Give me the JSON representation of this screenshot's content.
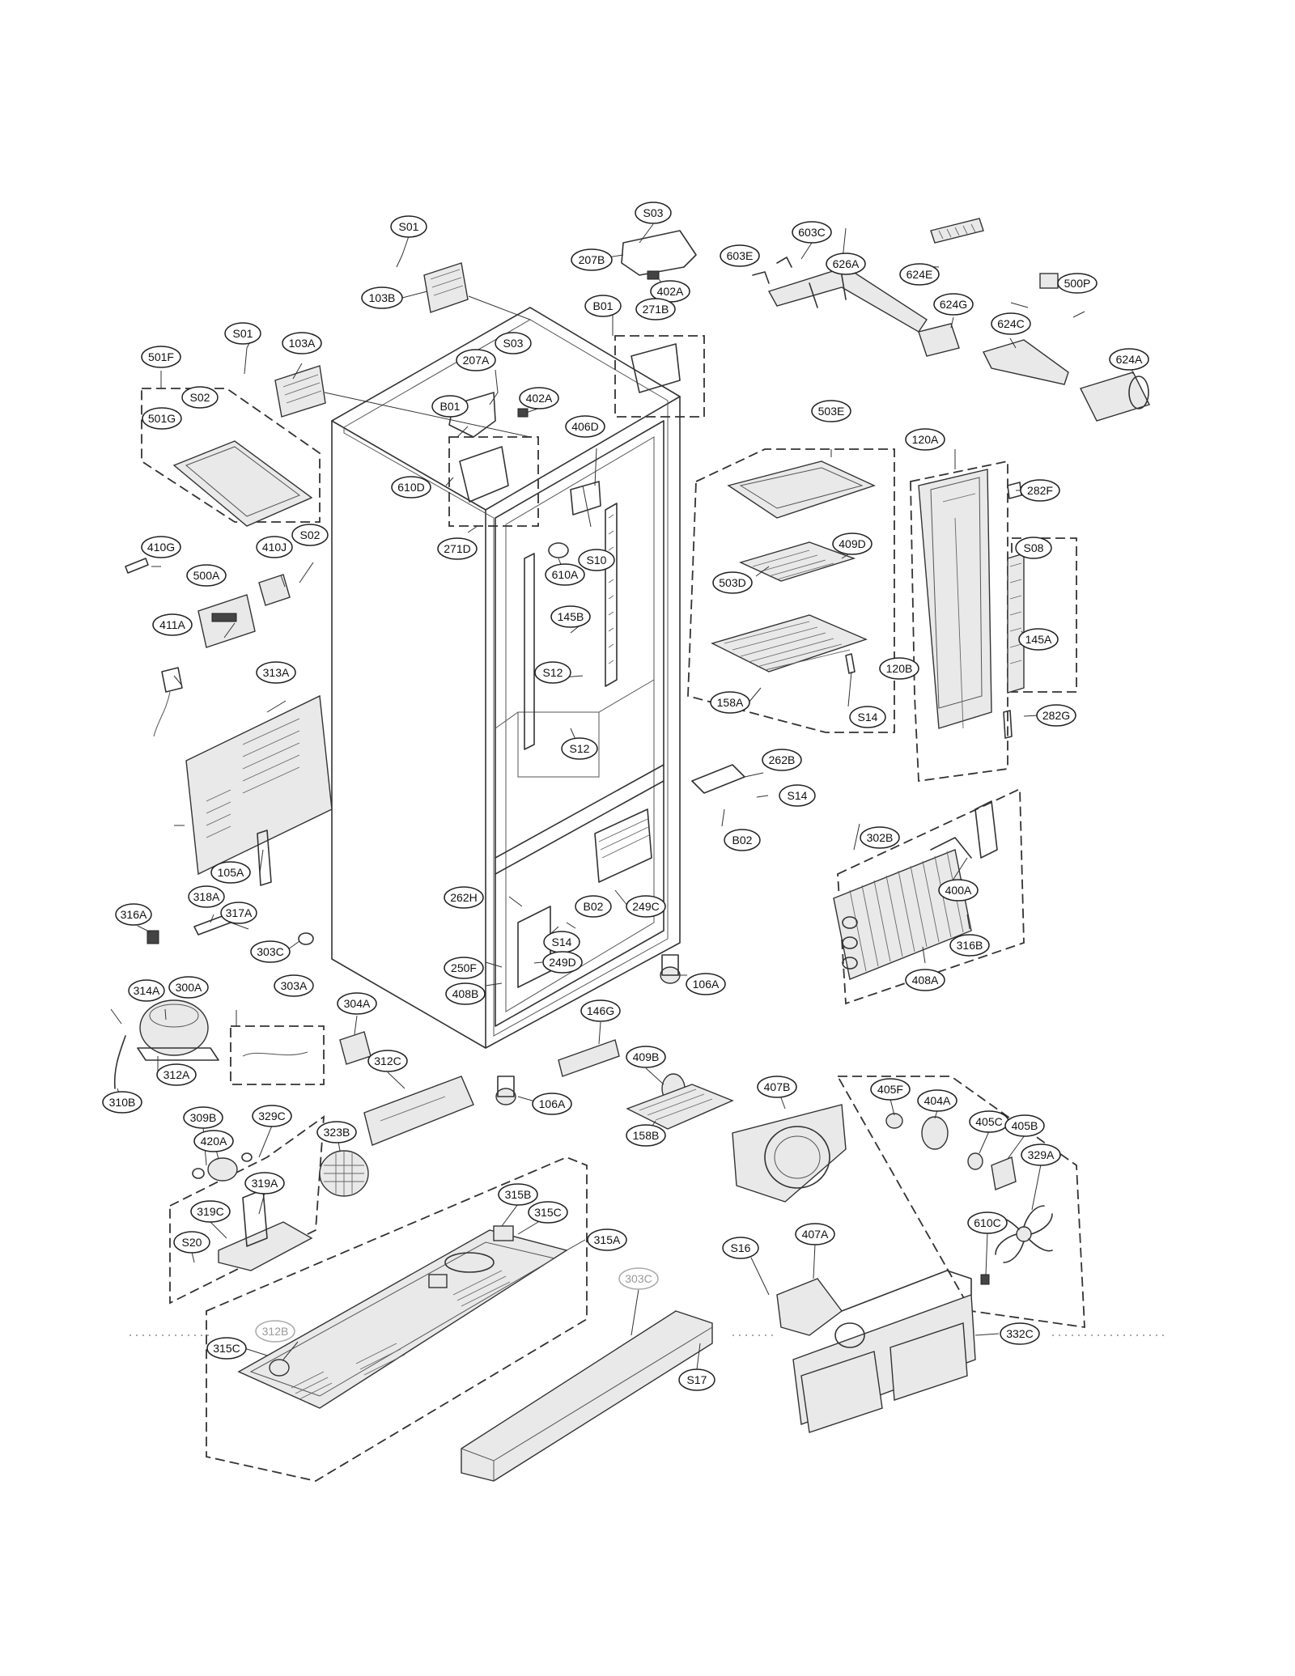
{
  "callouts": {
    "c_s01_top": "S01",
    "c_103b": "103B",
    "c_s03_top": "S03",
    "c_207b": "207B",
    "c_402a_top": "402A",
    "c_603e": "603E",
    "c_603c": "603C",
    "c_626a": "626A",
    "c_624e": "624E",
    "c_500p": "500P",
    "c_624g": "624G",
    "c_624c": "624C",
    "c_624a": "624A",
    "c_501f": "501F",
    "c_s01_left": "S01",
    "c_103a": "103A",
    "c_s03_mid": "S03",
    "c_207a": "207A",
    "c_402a_mid": "402A",
    "c_b01_top": "B01",
    "c_271b": "271B",
    "c_s02_top": "S02",
    "c_501g": "501G",
    "c_b01_mid": "B01",
    "c_610d": "610D",
    "c_406d": "406D",
    "c_271d": "271D",
    "c_503e": "503E",
    "c_120a": "120A",
    "c_282f": "282F",
    "c_s08": "S08",
    "c_409d": "409D",
    "c_503d": "503D",
    "c_145a": "145A",
    "c_120b": "120B",
    "c_158a": "158A",
    "c_s14_right": "S14",
    "c_282g": "282G",
    "c_410g": "410G",
    "c_410j": "410J",
    "c_s02_left": "S02",
    "c_500a": "500A",
    "c_411a": "411A",
    "c_610a": "610A",
    "c_s10": "S10",
    "c_145b": "145B",
    "c_s12_a": "S12",
    "c_s12_b": "S12",
    "c_313a": "313A",
    "c_105a": "105A",
    "c_262b": "262B",
    "c_s14_mid": "S14",
    "c_b02_right": "B02",
    "c_302b": "302B",
    "c_400a": "400A",
    "c_316b": "316B",
    "c_408a": "408A",
    "c_316a": "316A",
    "c_318a": "318A",
    "c_317a": "317A",
    "c_303c": "303C",
    "c_262h": "262H",
    "c_b02_mid": "B02",
    "c_s14_low": "S14",
    "c_249c": "249C",
    "c_250f": "250F",
    "c_249d": "249D",
    "c_408b": "408B",
    "c_106a_right": "106A",
    "c_314a": "314A",
    "c_300a": "300A",
    "c_303a": "303A",
    "c_304a": "304A",
    "c_312a": "312A",
    "c_310b": "310B",
    "c_312c": "312C",
    "c_146g": "146G",
    "c_409b": "409B",
    "c_106a_mid": "106A",
    "c_158b": "158B",
    "c_407b": "407B",
    "c_405f": "405F",
    "c_404a": "404A",
    "c_405c": "405C",
    "c_405b": "405B",
    "c_329a": "329A",
    "c_309b": "309B",
    "c_329c": "329C",
    "c_420a": "420A",
    "c_323b": "323B",
    "c_319a": "319A",
    "c_319c": "319C",
    "c_s20": "S20",
    "c_315b": "315B",
    "c_315c_top": "315C",
    "c_315a": "315A",
    "c_s16": "S16",
    "c_407a": "407A",
    "c_610c": "610C",
    "c_332c": "332C",
    "c_315c_left": "315C",
    "c_312b": "312B",
    "c_303c_low": "303C",
    "c_s17": "S17"
  }
}
